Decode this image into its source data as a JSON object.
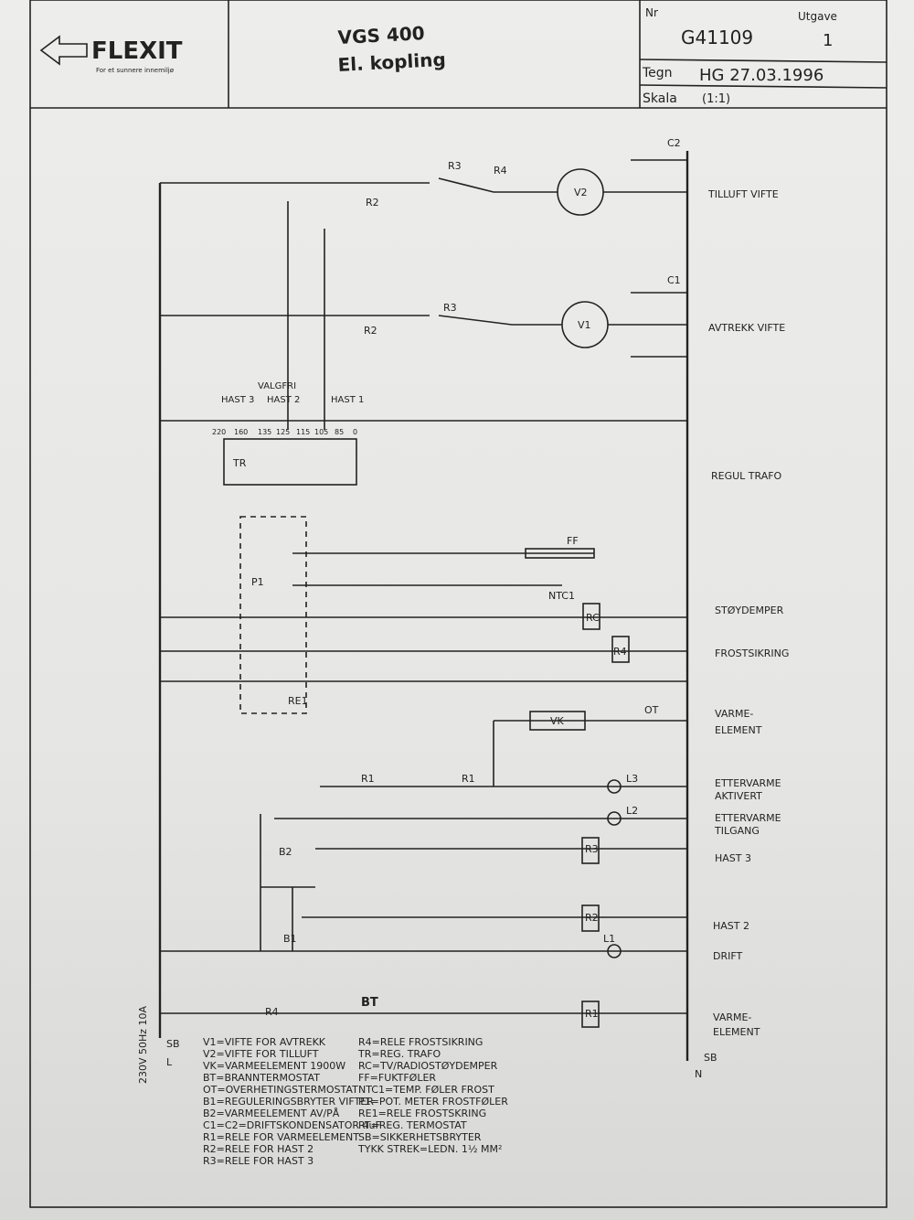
{
  "title_block": {
    "logo_text": "FLEXIT",
    "logo_slogan": "For et sunnere innemiljø",
    "model": "VGS 400",
    "subtitle": "El. kopling",
    "nr_label": "Nr",
    "nr_value": "G41109",
    "utgave_label": "Utgave",
    "utgave_value": "1",
    "tegn_label": "Tegn",
    "tegn_value": "HG 27.03.1996",
    "skala_label": "Skala",
    "skala_value": "(1:1)"
  },
  "circuit_labels": [
    "TILLUFT VIFTE",
    "AVTREKK VIFTE",
    "REGUL TRAFO",
    "STØYDEMPER",
    "FROSTSIKRING",
    "VARME-",
    "ELEMENT",
    "ETTERVARME",
    "AKTIVERT",
    "ETTERVARME",
    "TILGANG",
    "HAST 3",
    "HAST 2",
    "DRIFT",
    "VARME-",
    "ELEMENT"
  ],
  "components": {
    "v1": "V1",
    "v2": "V2",
    "r1": "R1",
    "r2": "R2",
    "r3": "R3",
    "r4": "R4",
    "tr": "TR",
    "p1": "P1",
    "re1": "RE1",
    "vk": "VK",
    "rc": "RC",
    "ff": "FF",
    "ntc1": "NTC1",
    "b1": "B1",
    "b2": "B2",
    "bt": "BT",
    "l1": "L1",
    "l2": "L2",
    "l3": "L3",
    "ot": "OT",
    "c1": "C1",
    "c2": "C2",
    "sb": "SB",
    "l": "L",
    "n": "N",
    "hast1": "HAST 1",
    "hast2": "HAST 2",
    "hast3": "HAST 3",
    "valgfri": "VALGFRI",
    "tr_taps": [
      "220",
      "160",
      "135",
      "125",
      "115",
      "105",
      "85",
      "0"
    ]
  },
  "supply": "230V 50Hz 10A",
  "legend_left": [
    "V1=VIFTE FOR AVTREKK",
    "V2=VIFTE FOR TILLUFT",
    "VK=VARMEELEMENT 1900W",
    "BT=BRANNTERMOSTAT",
    "OT=OVERHETINGSTERMOSTAT",
    "B1=REGULERINGSBRYTER VIFTER",
    "B2=VARMEELEMENT AV/PÅ",
    "C1=C2=DRIFTSKONDENSATOR 4uF",
    "R1=RELE FOR VARMEELEMENT",
    "R2=RELE FOR HAST 2",
    "R3=RELE FOR HAST 3"
  ],
  "legend_right": [
    "R4=RELE FROSTSIKRING",
    "TR=REG. TRAFO",
    "RC=TV/RADIOSTØYDEMPER",
    "FF=FUKTFØLER",
    "NTC1=TEMP. FØLER FROST",
    "P1=POT. METER FROSTFØLER",
    "RE1=RELE FROSTSKRING",
    "RT=REG. TERMOSTAT",
    "SB=SIKKERHETSBRYTER",
    "TYKK STREK=LEDN. 1½ MM²"
  ]
}
